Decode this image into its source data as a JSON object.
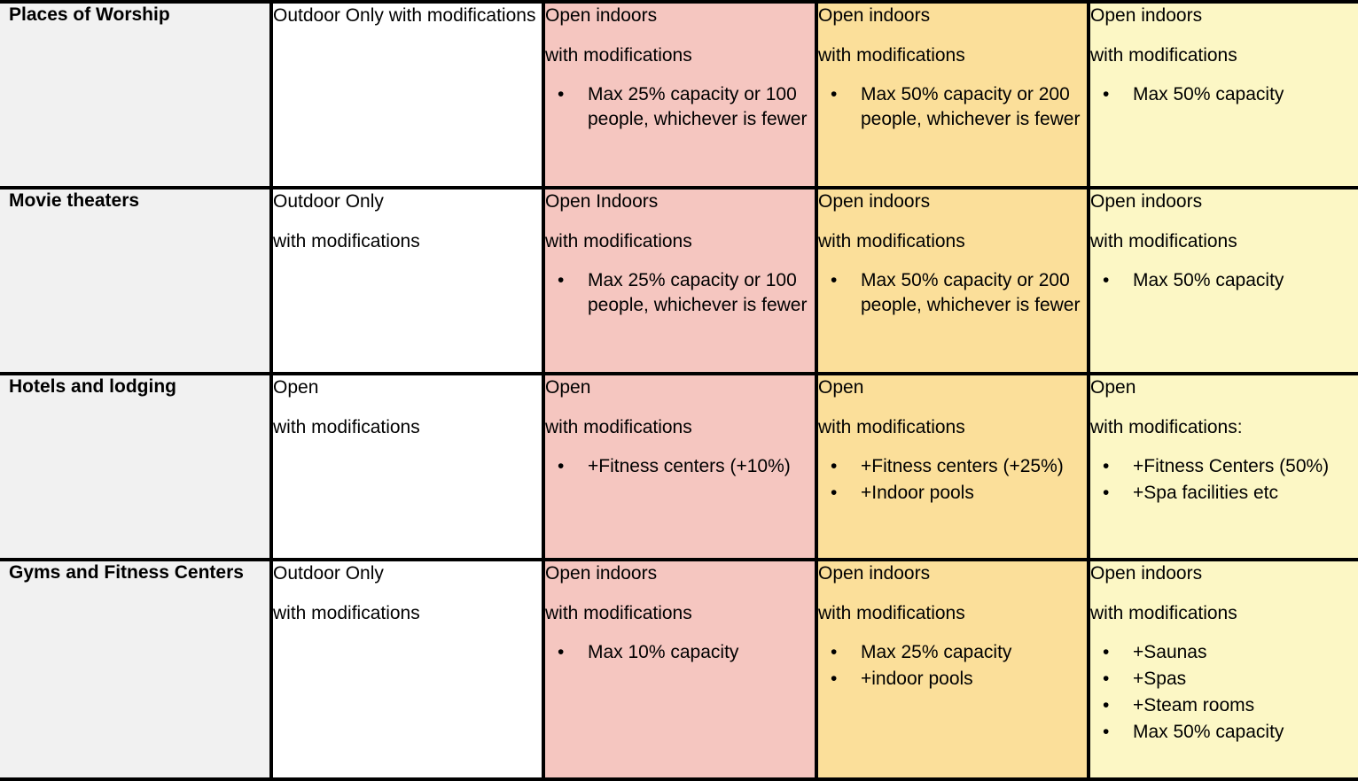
{
  "table": {
    "bullet_glyph": "•",
    "colors": {
      "category_bg": "#f1f1f1",
      "stage1_bg": "#ffffff",
      "stage2_bg": "#f5c6c0",
      "stage3_bg": "#fbdf9a",
      "stage4_bg": "#fcf7c5",
      "border": "#000000",
      "text": "#000000"
    },
    "rows": [
      {
        "category": "Places of Worship",
        "cells": [
          {
            "lines": [
              "Outdoor Only with modifications"
            ],
            "bullets": []
          },
          {
            "lines": [
              "Open indoors",
              "with modifications"
            ],
            "bullets": [
              "Max 25% capacity or 100 people, whichever is fewer"
            ]
          },
          {
            "lines": [
              "Open indoors",
              "with modifications"
            ],
            "bullets": [
              "Max 50% capacity or 200 people, whichever is fewer"
            ]
          },
          {
            "lines": [
              "Open indoors",
              "with modifications"
            ],
            "bullets": [
              "Max 50% capacity"
            ]
          }
        ]
      },
      {
        "category": "Movie theaters",
        "cells": [
          {
            "lines": [
              "Outdoor Only",
              "with modifications"
            ],
            "bullets": []
          },
          {
            "lines": [
              "Open Indoors",
              "with modifications"
            ],
            "bullets": [
              "Max 25% capacity or 100 people, whichever is fewer"
            ]
          },
          {
            "lines": [
              "Open indoors",
              "with modifications"
            ],
            "bullets": [
              "Max 50% capacity or 200 people, whichever is fewer"
            ]
          },
          {
            "lines": [
              "Open indoors",
              "with modifications"
            ],
            "bullets": [
              "Max 50% capacity"
            ]
          }
        ]
      },
      {
        "category": "Hotels and lodging",
        "cells": [
          {
            "lines": [
              "Open",
              "with modifications"
            ],
            "bullets": []
          },
          {
            "lines": [
              "Open",
              "with modifications"
            ],
            "bullets": [
              "+Fitness centers (+10%)"
            ]
          },
          {
            "lines": [
              "Open",
              "with modifications"
            ],
            "bullets": [
              "+Fitness centers (+25%)",
              "+Indoor pools"
            ]
          },
          {
            "lines": [
              "Open",
              "with modifications:"
            ],
            "bullets": [
              "+Fitness Centers (50%)",
              "+Spa facilities etc"
            ]
          }
        ]
      },
      {
        "category": "Gyms and Fitness Centers",
        "cells": [
          {
            "lines": [
              "Outdoor Only",
              "with modifications"
            ],
            "bullets": []
          },
          {
            "lines": [
              "Open indoors",
              "with modifications"
            ],
            "bullets": [
              "Max 10% capacity"
            ]
          },
          {
            "lines": [
              "Open indoors",
              "with modifications"
            ],
            "bullets": [
              "Max 25% capacity",
              "+indoor pools"
            ]
          },
          {
            "lines": [
              "Open indoors",
              "with modifications"
            ],
            "bullets": [
              "+Saunas",
              "+Spas",
              "+Steam rooms",
              "Max 50% capacity"
            ]
          }
        ]
      }
    ]
  }
}
